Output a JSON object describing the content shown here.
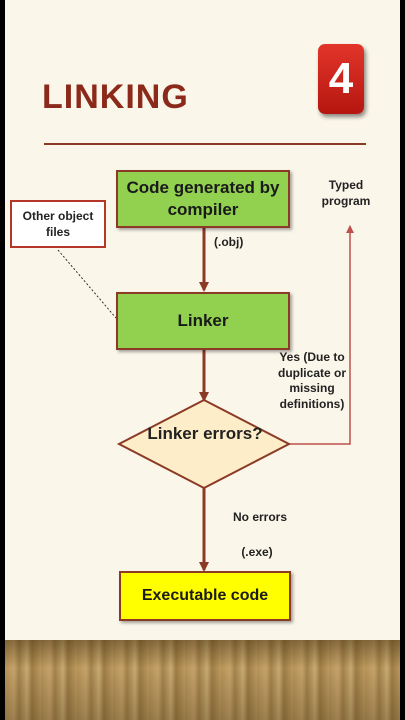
{
  "slide": {
    "title": "LINKING",
    "badge_number": "4",
    "colors": {
      "title": "#8b2a1a",
      "badge": "#d2231b",
      "process_box": "#92d050",
      "decision": "#fdedc8",
      "terminal": "#ffff00",
      "arrows": "#8b3a26"
    }
  },
  "flowchart": {
    "nodes": {
      "source": {
        "text": "Code generated by compiler"
      },
      "other_files": {
        "text": "Other object files"
      },
      "linker": {
        "text": "Linker"
      },
      "decision": {
        "text": "Linker errors?"
      },
      "output": {
        "text": "Executable code"
      }
    },
    "labels": {
      "obj": "(.obj)",
      "typed_program": "Typed program",
      "yes": "Yes (Due to duplicate or missing definitions)",
      "no_errors": "No errors",
      "exe": "(.exe)"
    }
  }
}
